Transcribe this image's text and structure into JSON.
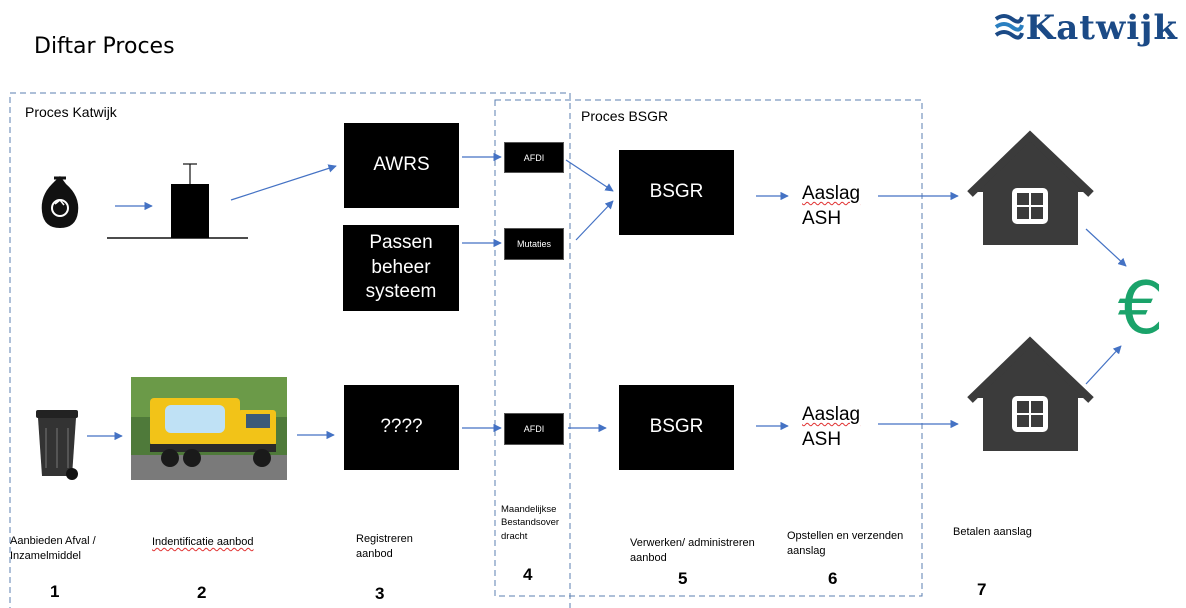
{
  "title": "Diftar Proces",
  "logo_text": "Katwijk",
  "regions": {
    "katwijk": "Proces Katwijk",
    "bsgr": "Proces BSGR"
  },
  "boxes": {
    "awrs": "AWRS",
    "passen": "Passen beheer systeem",
    "unknown": "????",
    "afdi_top": "AFDI",
    "mutaties": "Mutaties",
    "afdi_bottom": "AFDI",
    "bsgr_top": "BSGR",
    "bsgr_bottom": "BSGR"
  },
  "aaslag": {
    "top_line1": "Aaslag",
    "top_line2": "ASH",
    "bottom_line1": "Aaslag",
    "bottom_line2": "ASH"
  },
  "euro_symbol": "€",
  "steps": [
    {
      "number": "1",
      "label": "Aanbieden Afval / Inzamelmiddel"
    },
    {
      "number": "2",
      "label": "Indentificatie aanbod"
    },
    {
      "number": "3",
      "label": "Registreren aanbod"
    },
    {
      "number": "4",
      "label": "Maandelijkse Bestandsover dracht"
    },
    {
      "number": "5",
      "label": "Verwerken/ administreren aanbod"
    },
    {
      "number": "6",
      "label": "Opstellen en verzenden aanslag"
    },
    {
      "number": "7",
      "label": "Betalen aanslag"
    }
  ],
  "icons": [
    "recycle-bag-icon",
    "weighing-scale-icon",
    "wheelie-bin-icon",
    "garbage-truck-photo",
    "house-icon",
    "euro-icon",
    "katwijk-waves-icon"
  ],
  "colors": {
    "arrow": "#4472c4",
    "dashed_border": "#5b7fb0",
    "euro": "#1aa36a",
    "logo": "#1b4a86",
    "box": "#000000"
  }
}
